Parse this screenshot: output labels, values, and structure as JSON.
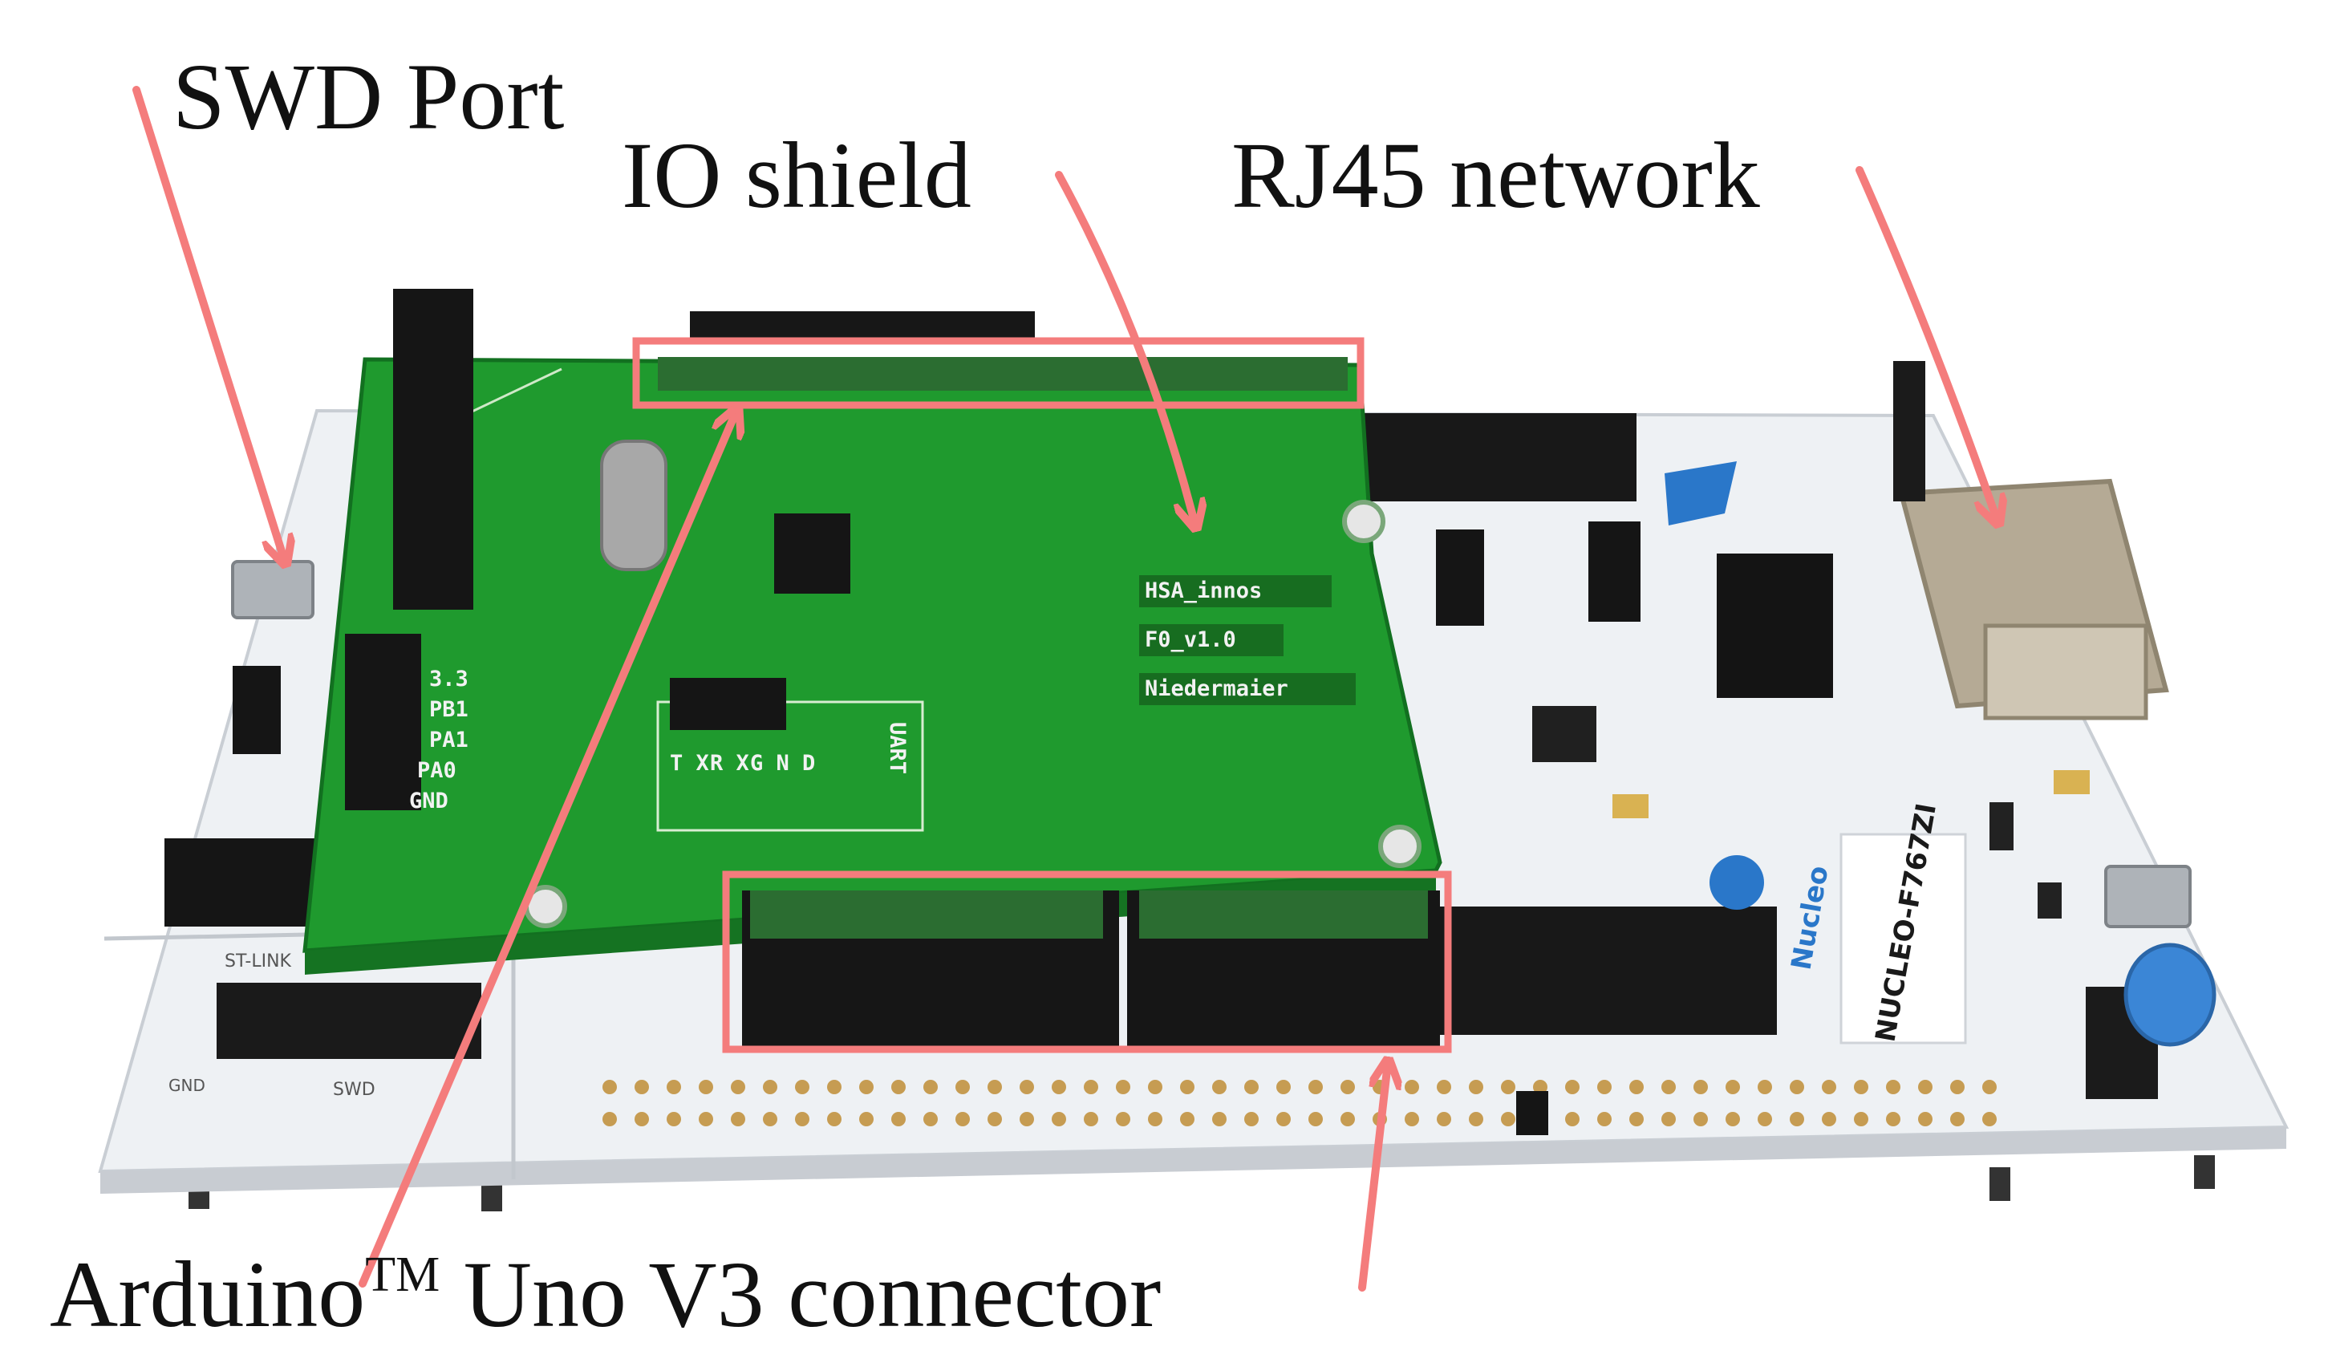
{
  "labels": {
    "swd_port": "SWD Port",
    "io_shield": "IO shield",
    "rj45_network": "RJ45 network",
    "arduino_prefix": "Arduino",
    "arduino_tm": "TM",
    "arduino_suffix": " Uno V3 connector"
  },
  "silkscreen": {
    "line1": "HSA_innos",
    "line2": "F0_v1.0",
    "line3": "Niedermaier",
    "power_pins": [
      "3.3",
      "PB1",
      "PA1",
      "PA0",
      "GND"
    ],
    "uart_pins": [
      "T X",
      "R X",
      "G N D"
    ],
    "uart_label": "UART",
    "brand": "Nucleo",
    "model": "NUCLEO-F767ZI",
    "stlink": "ST-LINK",
    "swd": "SWD",
    "gnd": "GND"
  },
  "colors": {
    "annotation": "#f47c7c",
    "pcb_green": "#1f9a2e",
    "nucleo_board": "#eef1f4",
    "header_black": "#181818",
    "rj45_metal": "#b5aa95"
  }
}
